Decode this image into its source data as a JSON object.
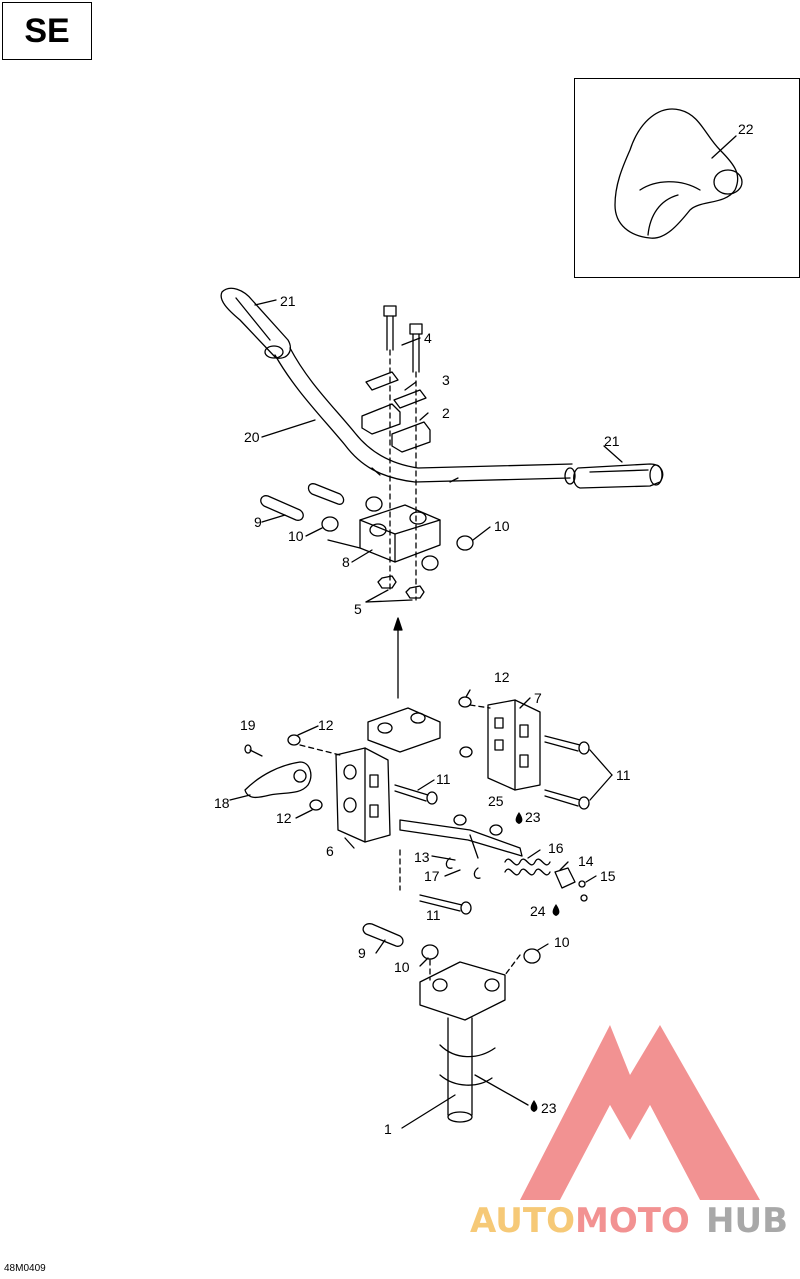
{
  "header": {
    "model_label": "SE"
  },
  "footer": {
    "drawing_code": "48M0409"
  },
  "watermark": {
    "brand_auto": "AUTO",
    "brand_moto": "MOTO",
    "brand_hub": "HUB"
  },
  "colors": {
    "line": "#000000",
    "watermark_red": "#f08080",
    "watermark_orange": "#f5c060",
    "watermark_gray": "#9a9a9a"
  },
  "callouts": {
    "c1": "1",
    "c2": "2",
    "c3": "3",
    "c4": "4",
    "c5": "5",
    "c6": "6",
    "c7": "7",
    "c8": "8",
    "c9a": "9",
    "c9b": "9",
    "c10a": "10",
    "c10b": "10",
    "c10c": "10",
    "c10d": "10",
    "c11a": "11",
    "c11b": "11",
    "c11c": "11",
    "c12a": "12",
    "c12b": "12",
    "c12c": "12",
    "c13": "13",
    "c14": "14",
    "c15": "15",
    "c16": "16",
    "c17": "17",
    "c18": "18",
    "c19": "19",
    "c20": "20",
    "c21a": "21",
    "c21b": "21",
    "c22": "22",
    "c23a": "23",
    "c23b": "23",
    "c24": "24",
    "c25": "25"
  }
}
